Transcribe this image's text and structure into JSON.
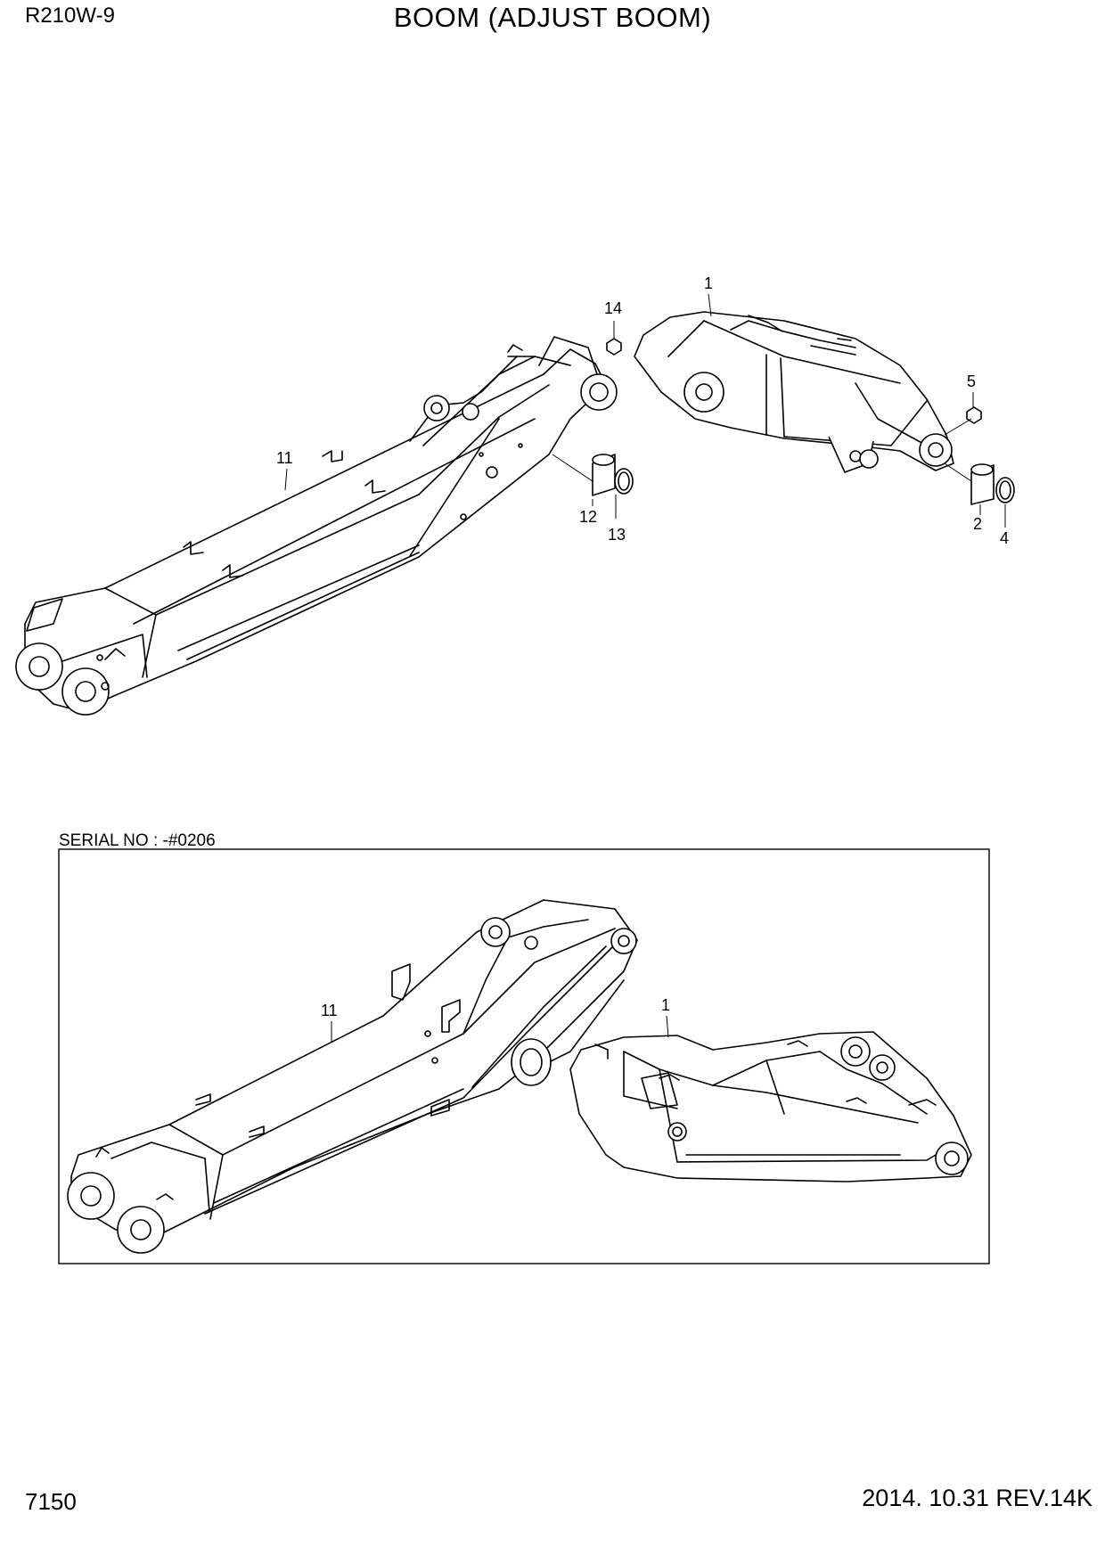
{
  "header": {
    "model": "R210W-9",
    "title": "BOOM (ADJUST BOOM)"
  },
  "footer": {
    "page_number": "7150",
    "date_rev": "2014. 10.31  REV.14K"
  },
  "lower_frame": {
    "serial_label": "SERIAL NO : -#0206"
  },
  "callouts": {
    "upper": [
      "1",
      "14",
      "5",
      "11",
      "12",
      "13",
      "2",
      "4"
    ],
    "lower": [
      "11",
      "1"
    ]
  }
}
